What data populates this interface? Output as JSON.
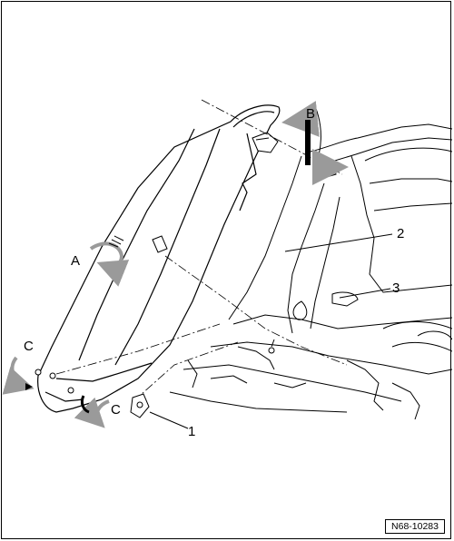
{
  "callouts": {
    "A": "A",
    "B": "B",
    "C_left": "C",
    "C_right": "C",
    "n1": "1",
    "n2": "2",
    "n3": "3"
  },
  "reference_code": "N68-10283",
  "colors": {
    "line": "#000000",
    "arrow_gray": "#9a9a9a",
    "background": "#ffffff"
  }
}
